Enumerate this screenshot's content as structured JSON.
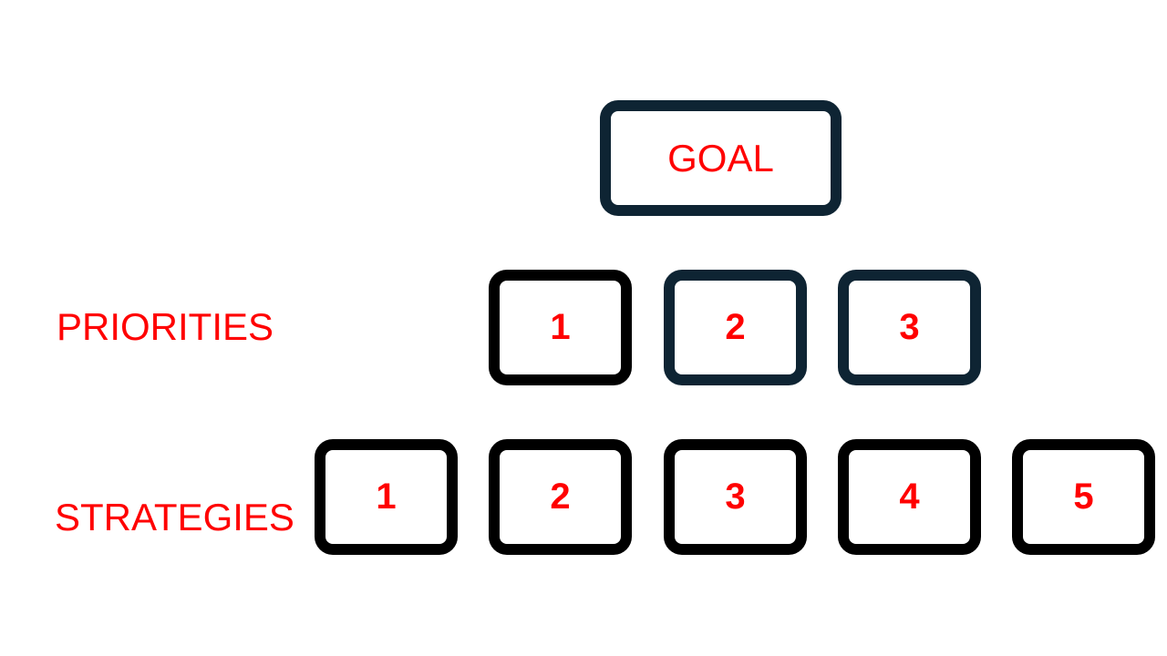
{
  "goal": {
    "label": "GOAL"
  },
  "priorities": {
    "label": "PRIORITIES",
    "items": [
      "1",
      "2",
      "3"
    ]
  },
  "strategies": {
    "label": "STRATEGIES",
    "items": [
      "1",
      "2",
      "3",
      "4",
      "5"
    ]
  },
  "colors": {
    "text": "#ff0000",
    "dark_border": "#0e2433",
    "black_border": "#000000",
    "background": "#ffffff"
  }
}
